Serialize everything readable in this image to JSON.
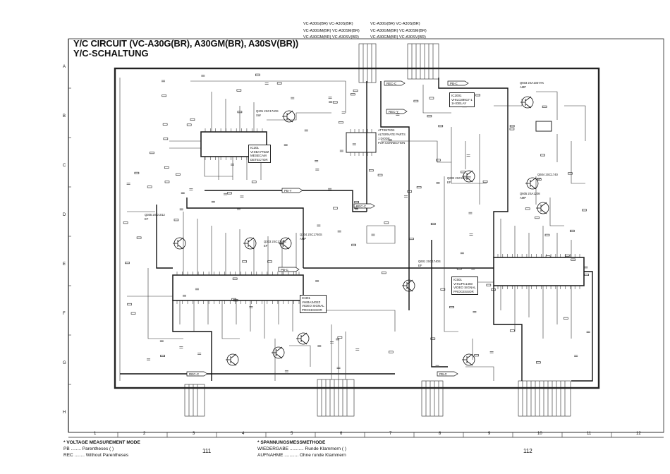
{
  "title": {
    "line1": "Y/C CIRCUIT (VC-A30G(BR), A30GM(BR), A30SV(BR))",
    "line2": "Y/C-SCHALTUNG"
  },
  "models_left": [
    "VC-A30G(BR) VC-A30S(BR)",
    "VC-A30GM(BR) VC-A30SM(BR)",
    "VC-A30GM(BR) VC-A30SV(BR)"
  ],
  "models_right": [
    "VC-A30G(BR) VC-A30S(BR)",
    "VC-A30GM(BR) VC-A30SM(BR)",
    "VC-A30GM(BR) VC-A30SV(BR)"
  ],
  "row_labels": [
    "A",
    "B",
    "C",
    "D",
    "E",
    "F",
    "G",
    "H"
  ],
  "column_labels": [
    "1",
    "2",
    "3",
    "4",
    "5",
    "6",
    "7",
    "8",
    "9",
    "10",
    "11",
    "12"
  ],
  "legend_left": {
    "heading": "* VOLTAGE MEASUREMENT MODE",
    "pb": "PB ........ Parentheses (  )",
    "rec": "REC ........ Without Parentheses"
  },
  "legend_right": {
    "heading": "* SPANNUNGSMESSMETHODE",
    "wiedergabe": "WIEDERGABE ........... Runde Klammern (  )",
    "aufnahme": "AUFNAHME ........... Ohne runde Klammern"
  },
  "page_left": "111",
  "page_right": "112",
  "blocks": [
    {
      "id": "ic201",
      "text": "IC201\nVHIBA7752Z\nMESECAM\nDETECTOR"
    },
    {
      "id": "ic301",
      "text": "IC301\nVHIBA3402Z\nVIDEO SIGNAL\nPROCESSOR"
    },
    {
      "id": "ic501",
      "text": "IC501\nVHIUPC1460\nVIDEO SIGNAL\nPROCESSOR"
    },
    {
      "id": "ic2001",
      "text": "IC2001\nVHILC89917-1\n1H DELAY"
    }
  ],
  "transistors": [
    {
      "id": "q201",
      "text": "Q201 2SC1740S\nSW"
    },
    {
      "id": "q303",
      "text": "Q303 2SC1740S\nEF"
    },
    {
      "id": "q304",
      "text": "Q304 2SC1740S\nAMP"
    },
    {
      "id": "q305",
      "text": "Q305 2SD1012\nEF"
    },
    {
      "id": "q601",
      "text": "Q601 2SC1740S\nEF"
    },
    {
      "id": "q602",
      "text": "Q602 2SC2021\nEF"
    },
    {
      "id": "q603",
      "text": "Q603 2SA1037AK\nAMP"
    },
    {
      "id": "q604",
      "text": "Q604 2SC1740\nEF"
    },
    {
      "id": "q605",
      "text": "Q605 2SA1208\nAMP"
    }
  ],
  "attention_notes": [
    "ATTENTION",
    "ALTERNATE PARTS",
    "1 DIODE",
    "FOR CONNECTION"
  ],
  "signal_tags": [
    "REC-C",
    "PB-C",
    "REC-Y",
    "PB-Y",
    "REC-C",
    "PB-C"
  ]
}
